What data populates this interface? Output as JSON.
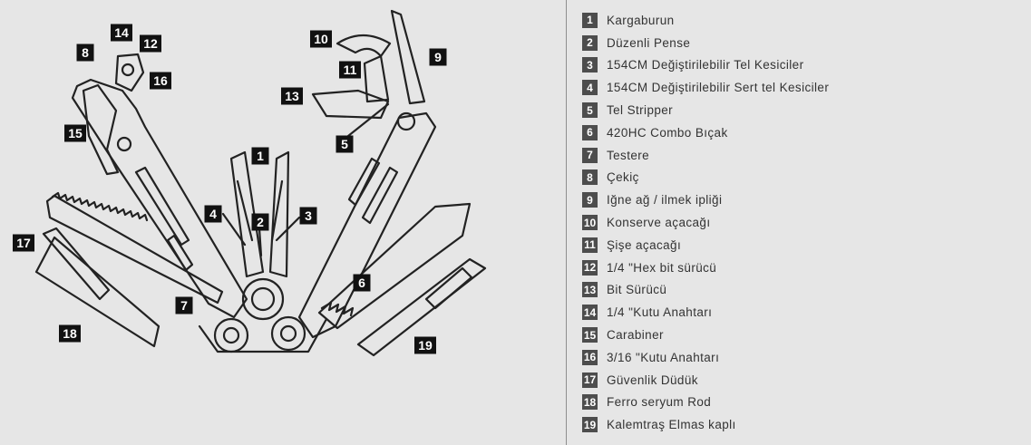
{
  "legend": [
    {
      "num": "1",
      "label": "Kargaburun"
    },
    {
      "num": "2",
      "label": "Düzenli Pense"
    },
    {
      "num": "3",
      "label": "154CM Değiştirilebilir Tel Kesiciler"
    },
    {
      "num": "4",
      "label": "154CM Değiştirilebilir Sert tel Kesiciler"
    },
    {
      "num": "5",
      "label": "Tel Stripper"
    },
    {
      "num": "6",
      "label": "420HC Combo Bıçak"
    },
    {
      "num": "7",
      "label": "Testere"
    },
    {
      "num": "8",
      "label": "Çekiç"
    },
    {
      "num": "9",
      "label": "Iğne ağ / ilmek ipliği"
    },
    {
      "num": "10",
      "label": "Konserve açacağı"
    },
    {
      "num": "11",
      "label": "Şişe açacağı"
    },
    {
      "num": "12",
      "label": "1/4 \"Hex bit sürücü"
    },
    {
      "num": "13",
      "label": "Bit Sürücü"
    },
    {
      "num": "14",
      "label": "1/4 \"Kutu Anahtarı"
    },
    {
      "num": "15",
      "label": "Carabiner"
    },
    {
      "num": "16",
      "label": "3/16 \"Kutu Anahtarı"
    },
    {
      "num": "17",
      "label": "Güvenlik Düdük"
    },
    {
      "num": "18",
      "label": "Ferro seryum Rod"
    },
    {
      "num": "19",
      "label": "Kalemtraş Elmas kaplı"
    }
  ],
  "callouts": [
    "1",
    "2",
    "3",
    "4",
    "5",
    "6",
    "7",
    "8",
    "9",
    "10",
    "11",
    "12",
    "13",
    "14",
    "15",
    "16",
    "17",
    "18",
    "19"
  ],
  "colors": {
    "background": "#e6e6e6",
    "badge": "#4d4d4d",
    "callout": "#111111",
    "outline": "#222222"
  }
}
